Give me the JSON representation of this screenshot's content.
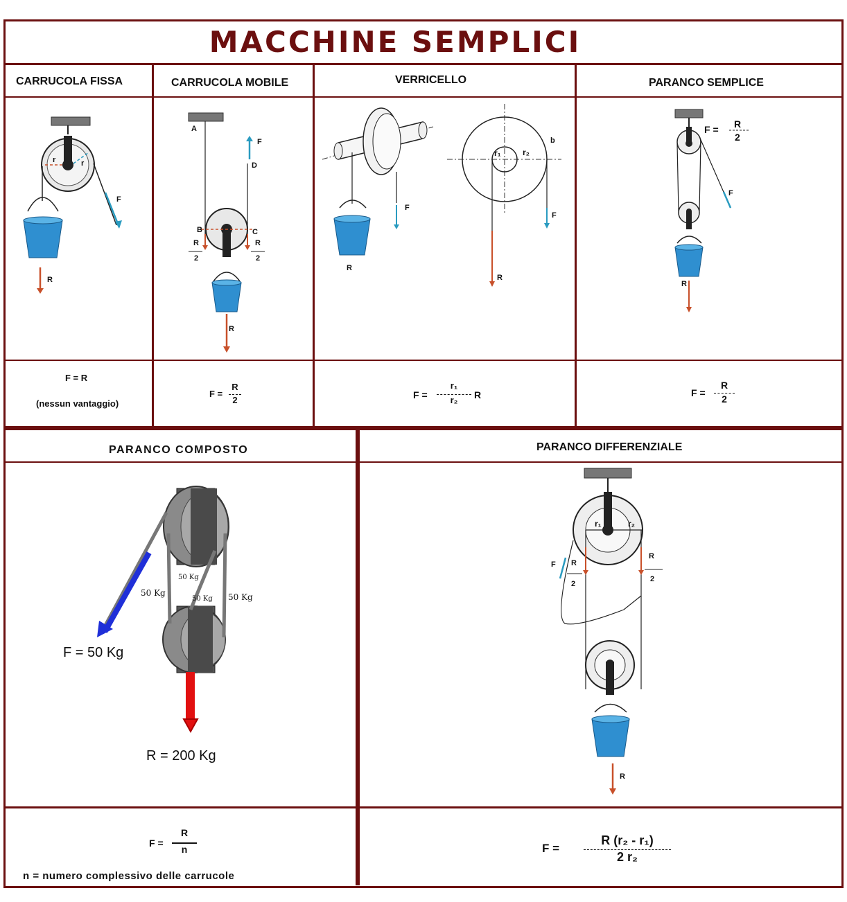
{
  "title": "MACCHINE SEMPLICI",
  "sections": {
    "fixed": {
      "heading": "CARRUCOLA FISSA",
      "formula": "F = R",
      "note": "(nessun vantaggio)"
    },
    "mobile": {
      "heading": "CARRUCOLA MOBILE",
      "formula_lhs": "F =",
      "num": "R",
      "den": "2"
    },
    "winch": {
      "heading": "VERRICELLO",
      "formula_lhs": "F =",
      "num": "r₁",
      "den": "r₂",
      "rhs": "R"
    },
    "simple": {
      "heading": "PARANCO SEMPLICE",
      "formula_lhs": "F =",
      "num": "R",
      "den": "2"
    },
    "compound": {
      "heading": "PARANCO COMPOSTO",
      "formula_lhs": "F =",
      "num": "R",
      "den": "n",
      "note": "n = numero complessivo delle carrucole"
    },
    "differential": {
      "heading": "PARANCO DIFFERENZIALE",
      "formula_lhs": "F =",
      "num": "R (r₂ - r₁)",
      "den": "2  r₂"
    }
  },
  "diagram_labels": {
    "F": "F",
    "R": "R",
    "r": "r",
    "two": "2",
    "A": "A",
    "B": "B",
    "C": "C",
    "D": "D",
    "b": "b",
    "r1": "r₁",
    "r2": "r₂",
    "kg50": "50 Kg",
    "F_big": "F = 50 Kg",
    "R_big": "R =  200  Kg",
    "F_eq": "F =",
    "R_over_2_num": "R",
    "R_over_2_den": "2"
  },
  "colors": {
    "frame": "#6b0f0f",
    "force_F": "#2a9bc0",
    "force_R": "#c8502a",
    "bucket": "#2f8fd0",
    "big_F": "#1f2fd8",
    "big_R": "#e21010"
  }
}
